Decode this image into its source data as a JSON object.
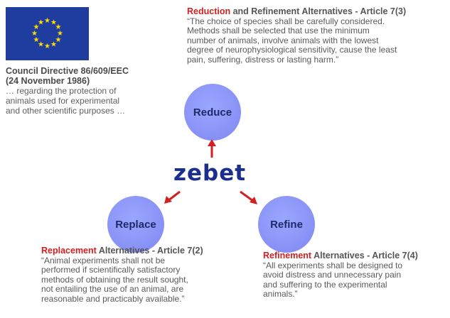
{
  "directive": {
    "title_line1": "Council Directive 86/609/EEC",
    "title_line2": "(24 November 1986)",
    "desc_line1": "… regarding the protection of",
    "desc_line2": "animals used for experimental",
    "desc_line3": "and other scientific purposes …"
  },
  "logo": {
    "text": "zebet"
  },
  "nodes": {
    "reduce": "Reduce",
    "replace": "Replace",
    "refine": "Refine"
  },
  "reduction": {
    "keyword": "Reduction",
    "rest": " and Refinement Alternatives - Article 7(3)",
    "line1": "“The choice of species shall be carefully considered.",
    "line2": "Methods shall be selected that use the minimum",
    "line3": "number of animals, involve animals with the lowest",
    "line4": "degree of neurophysiological sensitivity, cause the least",
    "line5": "pain, suffering, distress or lasting harm.”"
  },
  "replacement": {
    "keyword": "Replacement",
    "rest": " Alternatives - Article 7(2)",
    "line1": "“Animal experiments shall not be",
    "line2": "performed if scientifically satisfactory",
    "line3": "methods of obtaining the result sought,",
    "line4": "not entailing the use of an animal, are",
    "line5": "reasonable and practicably available.”"
  },
  "refinement": {
    "keyword": "Refinement",
    "rest": " Alternatives - Article 7(4)",
    "line1": "“All experiments shall be designed to",
    "line2": "avoid distress and unnecessary pain",
    "line3": "and suffering to the experimental",
    "line4": "animals.”"
  },
  "colors": {
    "accent": "#d21f1f",
    "circle": "#8791f5",
    "logo": "#1b2f8f",
    "flag": "#1f3d9e",
    "stars": "#ffdd00"
  }
}
